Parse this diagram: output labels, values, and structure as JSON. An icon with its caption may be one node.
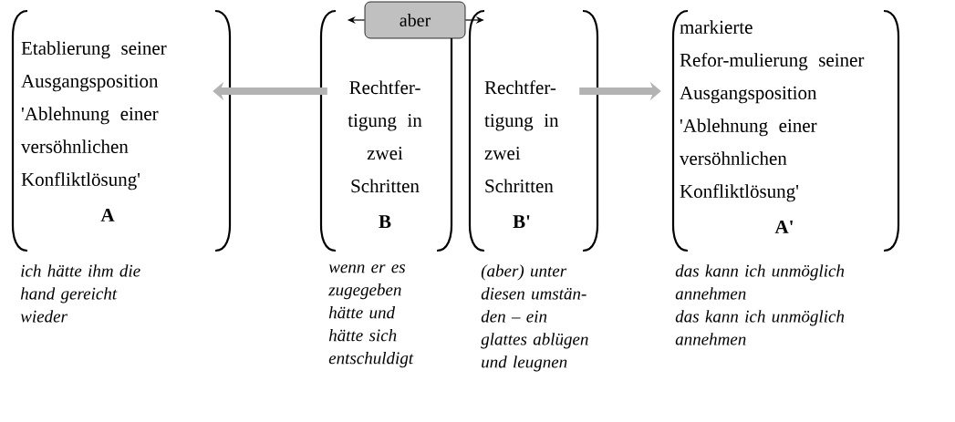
{
  "diagram": {
    "nodes": [
      {
        "text": [
          "Etablierung seiner Ausgangsposition 'Ablehnung einer versöhnlichen Konfliktlösung'",
          "A"
        ],
        "beside": [
          "ich hätte ihm die hand gereicht wieder"
        ]
      },
      {
        "text": [
          "Rechtfer-tigung in zwei Schritten",
          "B"
        ],
        "beside": [
          "wenn er es zugegeben hätte und hätte sich entschuldigt"
        ]
      },
      {
        "text": [
          "aber"
        ]
      },
      {
        "text": [
          "Rechtfer-tigung in zwei Schritten",
          "B'"
        ],
        "beside": [
          "(aber) unter diesen umstän-den – ein glattes ablügen und leugnen"
        ]
      },
      {
        "text": [
          "markierte Refor-mulierung seiner Ausgangsposition 'Ablehnung einer versöhnlichen Konfliktlösung'",
          "A'"
        ],
        "beside": [
          "das kann ich unmöglich annehmen",
          "das kann ich unmöglich annehmen"
        ]
      }
    ],
    "edges": [
      {
        "from": 1,
        "to": 0,
        "arrow": "to",
        "style": "thick",
        "color": "#b3b3b3"
      },
      {
        "from": 2,
        "to": 1,
        "arrow": "to",
        "color": "#000000"
      },
      {
        "from": 2,
        "to": 3,
        "arrow": "to",
        "color": "#000000"
      },
      {
        "from": 3,
        "to": 4,
        "arrow": "to",
        "style": "thick",
        "color": "#b3b3b3"
      }
    ]
  }
}
